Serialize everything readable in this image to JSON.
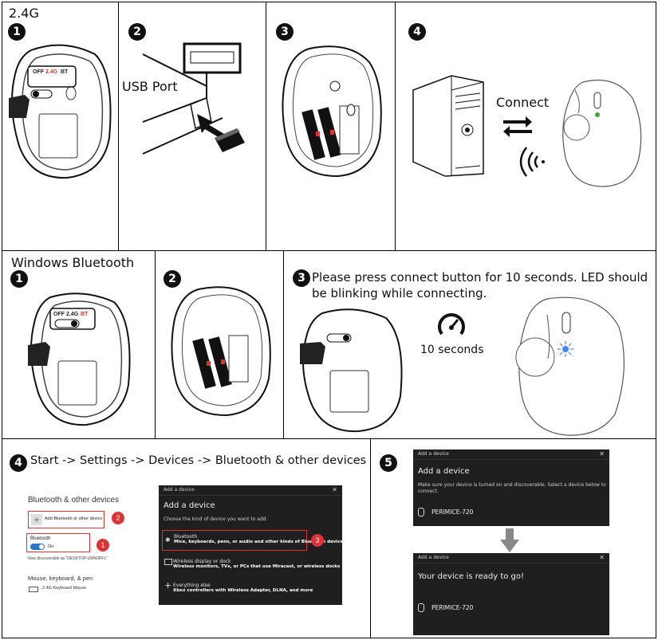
{
  "row1": {
    "section_title": "2.4G",
    "step1": {
      "num": "1",
      "switch_labels": [
        "OFF",
        "2.4G",
        "BT"
      ]
    },
    "step2": {
      "num": "2",
      "usb_label": "USB Port"
    },
    "step3": {
      "num": "3"
    },
    "step4": {
      "num": "4",
      "connect_label": "Connect"
    }
  },
  "row2": {
    "section_title": "Windows Bluetooth",
    "step1": {
      "num": "1",
      "switch_labels": [
        "OFF",
        "2.4G",
        "BT"
      ]
    },
    "step2": {
      "num": "2"
    },
    "step3": {
      "num": "3",
      "instruction": "Please press connect button for 10 seconds. LED should be blinking while connecting.",
      "timer_label": "10 seconds"
    }
  },
  "row3": {
    "step4": {
      "num": "4",
      "instruction": "Start -> Settings -> Devices -> Bluetooth & other devices",
      "settings": {
        "heading": "Bluetooth & other devices",
        "add_label": "Add Bluetooth or other device",
        "bt_label": "Bluetooth",
        "bt_state": "On",
        "discoverable": "Now discoverable as \"DESKTOP-UMN3RFL\"",
        "subheading": "Mouse, keyboard, & pen",
        "device": "2.4G Keyboard Mouse",
        "badges": [
          "2",
          "1"
        ]
      },
      "dialog": {
        "title": "Add a device",
        "heading": "Add a device",
        "prompt": "Choose the kind of device you want to add.",
        "options": [
          {
            "title": "Bluetooth",
            "desc": "Mice, keyboards, pens, or audio and other kinds of Bluetooth devices"
          },
          {
            "title": "Wireless display or dock",
            "desc": "Wireless monitors, TVs, or PCs that use Miracast, or wireless docks"
          },
          {
            "title": "Everything else",
            "desc": "Xbox controllers with Wireless Adapter, DLNA, and more"
          }
        ],
        "badge": "3"
      }
    },
    "step5": {
      "num": "5",
      "dialog1": {
        "title": "Add a device",
        "heading": "Add a device",
        "text": "Make sure your device is turned on and discoverable. Select a device below to connect.",
        "device": "PERIMICE-720"
      },
      "dialog2": {
        "title": "Add a device",
        "heading": "Your device is ready to go!",
        "device": "PERIMICE-720"
      }
    }
  },
  "colors": {
    "accent_red": "#d33333",
    "win_bg": "#1f1f1f",
    "toggle_blue": "#2a73c7"
  }
}
